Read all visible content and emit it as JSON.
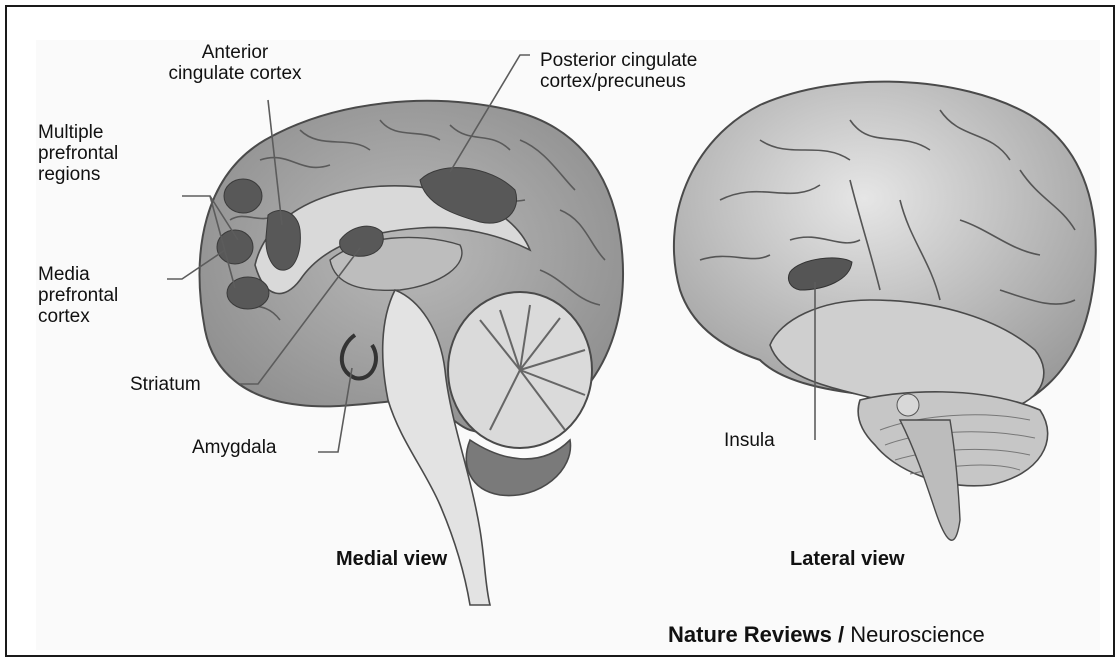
{
  "labels": {
    "anterior_cingulate": "Anterior\ncingulate cortex",
    "posterior_cingulate": "Posterior cingulate\ncortex/precuneus",
    "multiple_prefrontal": "Multiple\nprefrontal\nregions",
    "media_prefrontal": "Media\nprefrontal\ncortex",
    "striatum": "Striatum",
    "amygdala": "Amygdala",
    "insula": "Insula"
  },
  "captions": {
    "medial": "Medial view",
    "lateral": "Lateral view"
  },
  "credit": {
    "journal": "Nature Reviews",
    "separator": " / ",
    "field": "Neuroscience"
  },
  "colors": {
    "cortex": "#a8a8a8",
    "deep": "#d2d2d2",
    "highlight": "#5a5a5a",
    "line": "#5c5c5c"
  }
}
